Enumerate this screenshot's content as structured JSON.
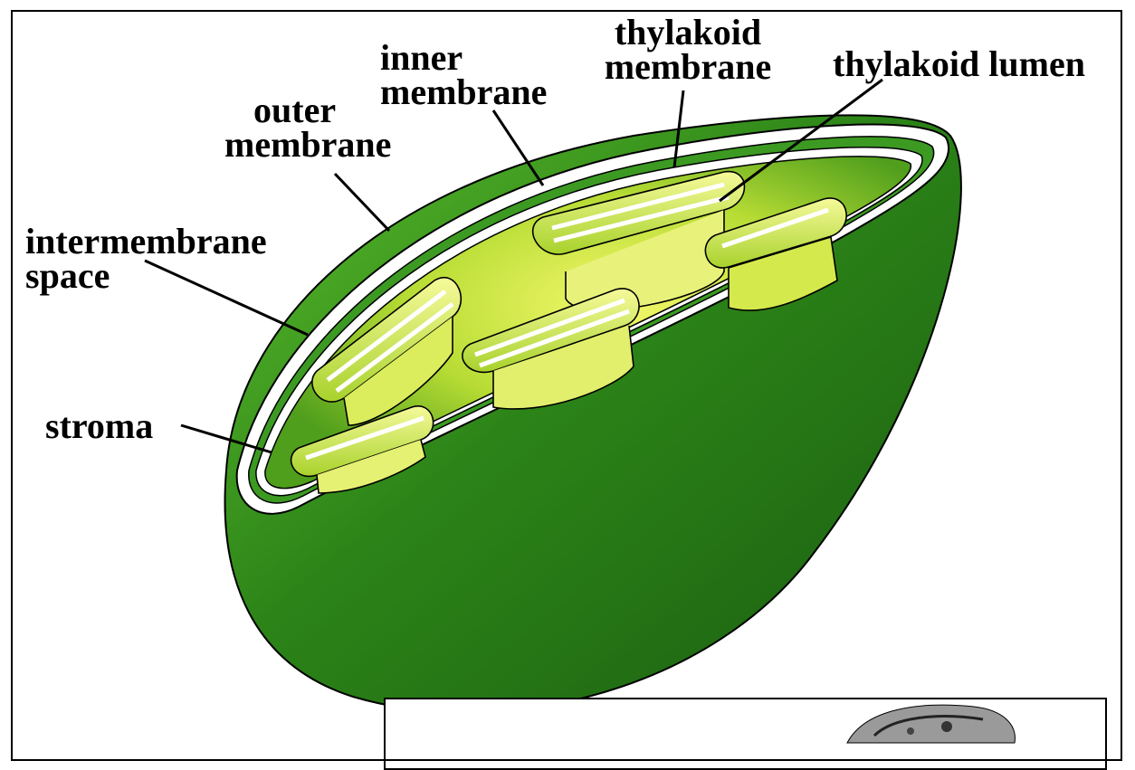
{
  "labels": {
    "inner": "inner\nmembrane",
    "outer": "outer\nmembrane",
    "thylakoid_membrane": "thylakoid\nmembrane",
    "thylakoid_lumen": "thylakoid lumen",
    "intermembrane": "intermembrane\nspace",
    "stroma": "stroma"
  },
  "colors": {
    "stroma_dark": "#1f6b14",
    "stroma_mid": "#3d9620",
    "inner_light": "#d8ee4a",
    "membrane_fill": "#ffffff",
    "outline": "#000000"
  },
  "inset": {
    "content": "electron-micrograph-fragment"
  }
}
